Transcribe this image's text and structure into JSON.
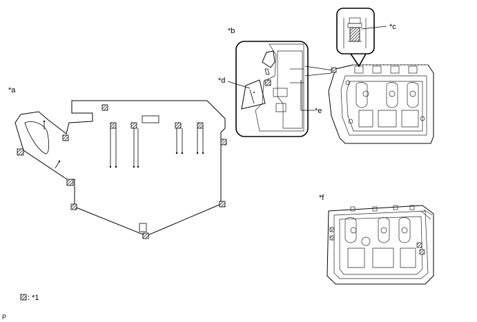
{
  "labels": {
    "a": "*a",
    "b": "*b",
    "c": "*c",
    "d": "*d",
    "e": "*e",
    "f": "*f"
  },
  "legend": {
    "text": ": *1"
  },
  "corner_code": "P"
}
